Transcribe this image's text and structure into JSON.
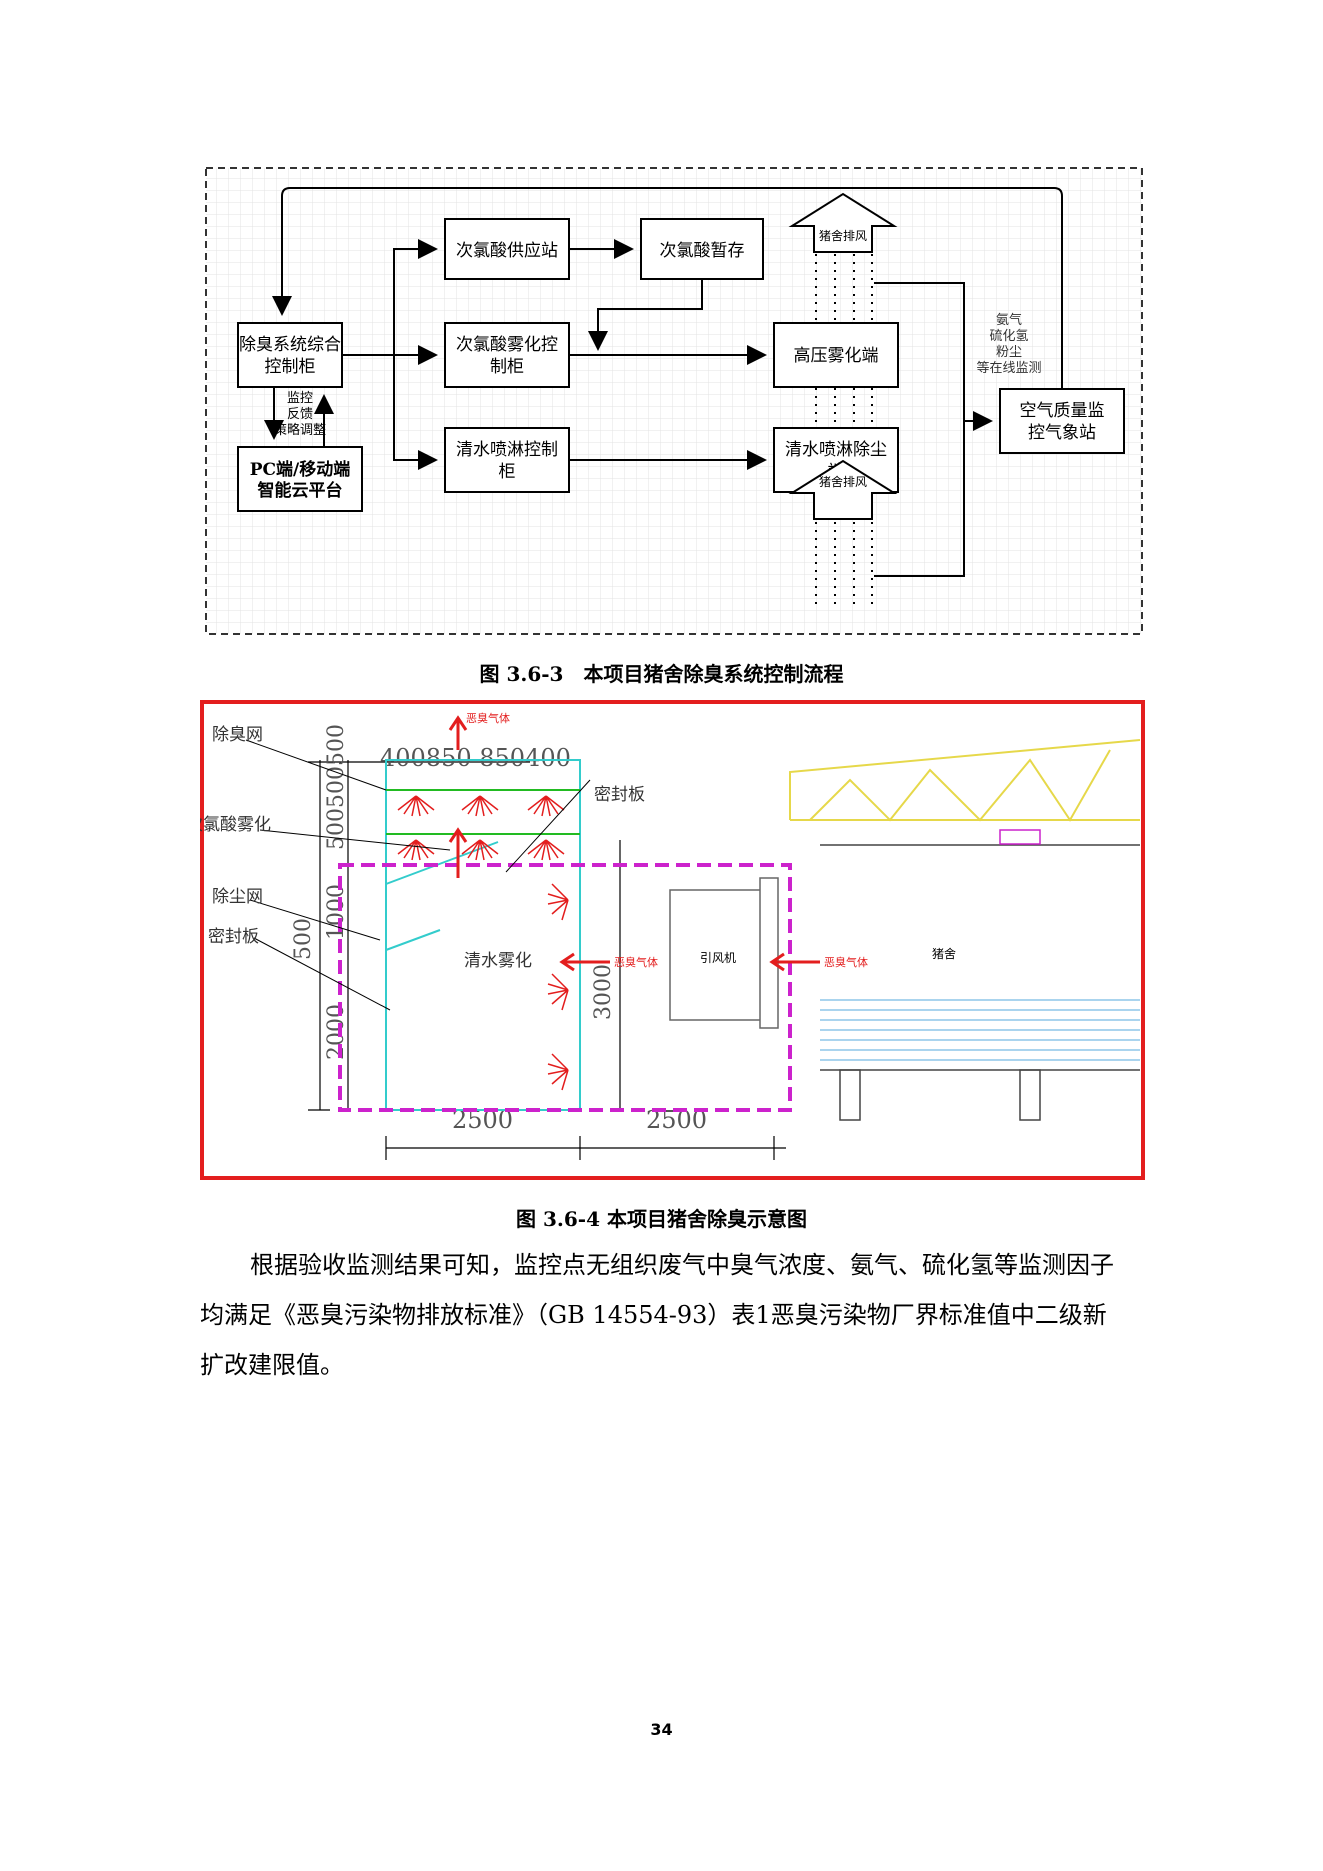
{
  "flow": {
    "supply_station": "次氯酸供应站",
    "temp_storage": "次氯酸暂存",
    "main_cabinet": [
      "除臭系统综合",
      "控制柜"
    ],
    "atomize_cabinet": [
      "次氯酸雾化控",
      "制柜"
    ],
    "high_pressure": "高压雾化端",
    "water_spray_cabinet": [
      "清水喷淋控制",
      "柜"
    ],
    "water_spray_end": [
      "清水喷淋除尘",
      "端"
    ],
    "pc_platform": [
      "PC端/移动端",
      "智能云平台"
    ],
    "air_station": [
      "空气质量监",
      "控气象站"
    ],
    "exhaust_top": "猪舍排风",
    "exhaust_bottom": "猪舍排风",
    "monitor_label": [
      "监控",
      "反馈",
      "策略调整"
    ],
    "gas_label": [
      "氨气",
      "硫化氢",
      "粉尘",
      "等在线监测"
    ]
  },
  "caption1": "图 3.6-3　本项目猪舍除臭系统控制流程",
  "schematic": {
    "deodor_net": "除臭网",
    "hypochlorous_atomize": "次氯酸雾化",
    "dust_net": "除尘网",
    "seal_board_left": "密封板",
    "seal_board_top": "密封板",
    "water_atomize": "清水雾化",
    "odor_gas_1": "恶臭气体",
    "odor_gas_2": "恶臭气体",
    "odor_gas_3": "恶臭气体",
    "fan": "引风机",
    "pig_house": "猪舍",
    "dim_top": "400850 850400",
    "dim_left_top": "500500500",
    "dim_1000": "1000",
    "dim_500": "500",
    "dim_2000": "2000",
    "dim_3000": "3000",
    "dim_2500_a": "2500",
    "dim_2500_b": "2500"
  },
  "caption2": "图 3.6-4 本项目猪舍除臭示意图",
  "paragraph": "根据验收监测结果可知，监控点无组织废气中臭气浓度、氨气、硫化氢等监测因子均满足《恶臭污染物排放标准》（GB 14554-93）表1恶臭污染物厂界标准值中二级新扩改建限值。",
  "page_number": "34"
}
